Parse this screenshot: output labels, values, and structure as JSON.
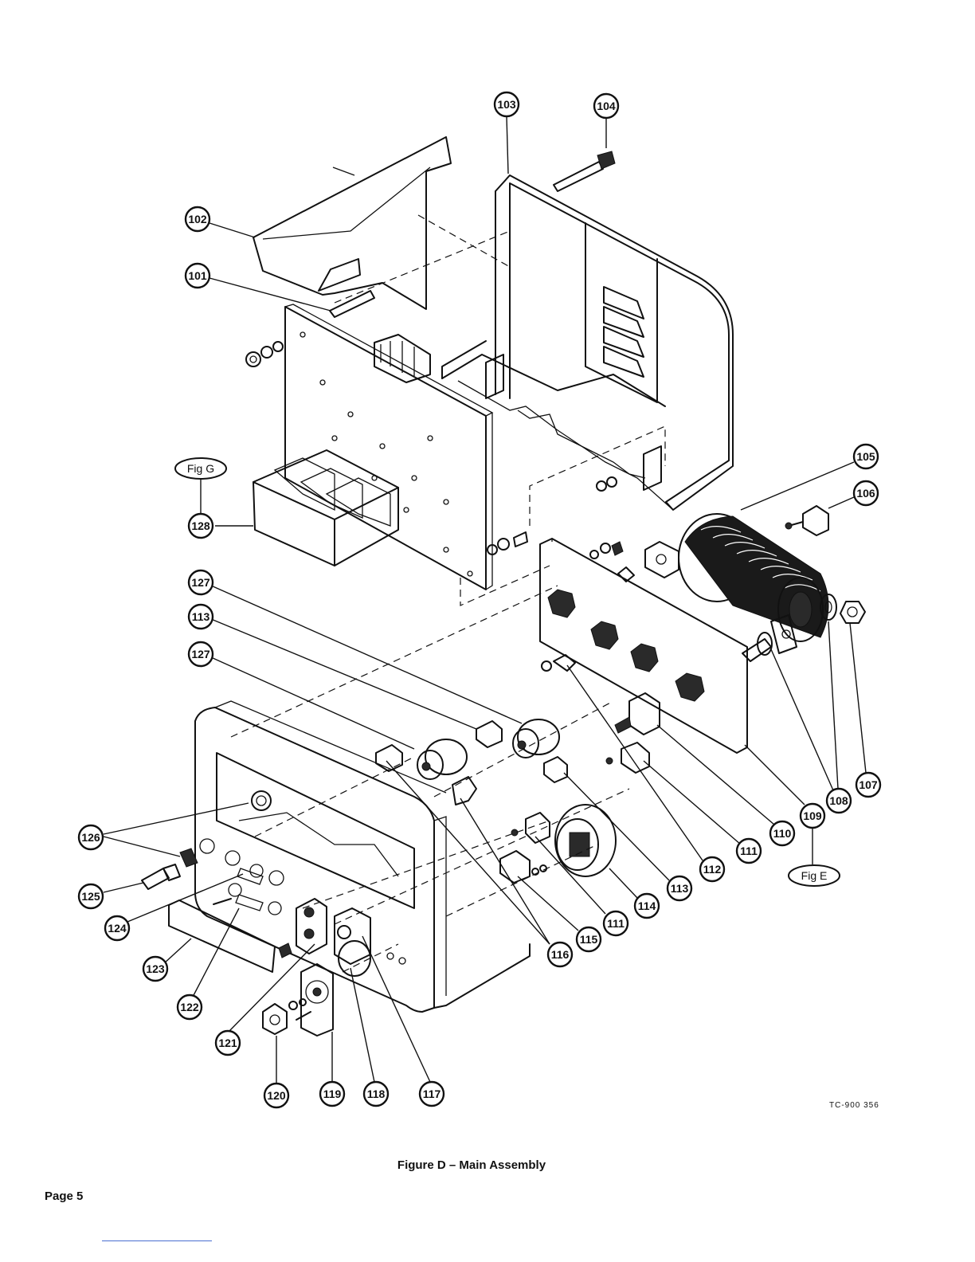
{
  "figure": {
    "caption": "Figure D – Main Assembly",
    "drawing_code": "TC-900 356",
    "page_label": "Page 5"
  },
  "callouts": {
    "c101": "101",
    "c102": "102",
    "c103": "103",
    "c104": "104",
    "c105": "105",
    "c106": "106",
    "c107": "107",
    "c108": "108",
    "c109": "109",
    "c110": "110",
    "c111a": "111",
    "c111b": "111",
    "c112": "112",
    "c113a": "113",
    "c113b": "113",
    "c114": "114",
    "c115": "115",
    "c116": "116",
    "c117": "117",
    "c118": "118",
    "c119": "119",
    "c120": "120",
    "c121": "121",
    "c122": "122",
    "c123": "123",
    "c124": "124",
    "c125": "125",
    "c126": "126",
    "c127a": "127",
    "c127b": "127",
    "c128": "128"
  },
  "figure_refs": {
    "fig_g": "Fig G",
    "fig_e": "Fig E"
  }
}
